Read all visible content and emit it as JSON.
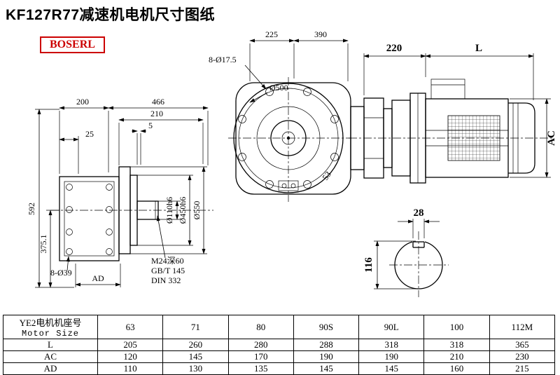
{
  "title": "KF127R77减速机电机尺寸图纸",
  "brand": "BOSERL",
  "views": {
    "front": {
      "dim_225": "225",
      "dim_390": "390",
      "holes_label": "8-Ø17.5",
      "dia_500": "Ø500",
      "dim_53": "53"
    },
    "motor": {
      "dim_220": "220",
      "dim_l": "L",
      "dim_ac": "AC"
    },
    "side": {
      "dim_200": "200",
      "dim_466": "466",
      "dim_210": "210",
      "dim_5": "5",
      "dim_25": "25",
      "dim_592": "592",
      "dim_375": "375.1",
      "holes_label": "8-Ø39",
      "dim_ad": "AD",
      "dia_110": "Ø110h6",
      "dia_450": "Ø450h6",
      "dia_550": "Ø550",
      "thread_label": "M24深60",
      "standard_1": "GB/T 145",
      "standard_2": "DIN 332"
    },
    "shaft": {
      "dim_28": "28",
      "dim_116": "116"
    }
  },
  "table": {
    "row_header_line1": "YE2电机机座号",
    "row_header_line2": "Motor Size",
    "columns": [
      "63",
      "71",
      "80",
      "90S",
      "90L",
      "100",
      "112M"
    ],
    "rows": [
      {
        "label": "L",
        "values": [
          "205",
          "260",
          "280",
          "288",
          "318",
          "318",
          "365"
        ]
      },
      {
        "label": "AC",
        "values": [
          "120",
          "145",
          "170",
          "190",
          "190",
          "210",
          "230"
        ]
      },
      {
        "label": "AD",
        "values": [
          "110",
          "130",
          "135",
          "145",
          "145",
          "160",
          "215"
        ]
      }
    ]
  }
}
